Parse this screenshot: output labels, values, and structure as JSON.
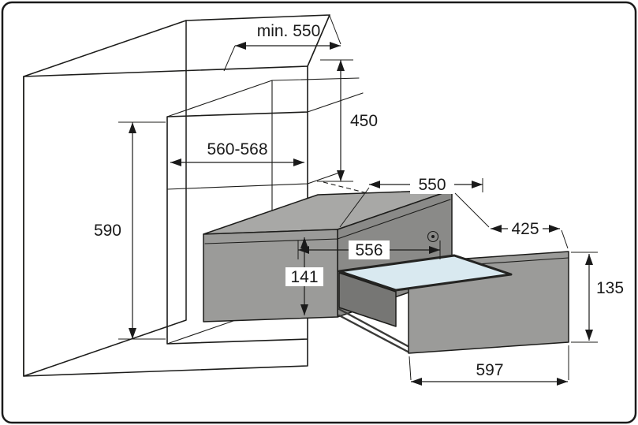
{
  "figure": {
    "labels": {
      "niche_depth": "min. 550",
      "upper_niche_height": "450",
      "niche_width": "560-568",
      "niche_height": "590",
      "appliance_depth": "550",
      "drawer_pullout": "425",
      "appliance_width": "556",
      "appliance_height": "141",
      "front_panel_height": "135",
      "front_panel_width": "597"
    },
    "colors": {
      "outline": "#1c1c1a",
      "cabinet_fill": "#ffffff",
      "body_top": "#a8a8a6",
      "body_front": "#9b9b99",
      "body_side": "#8a8a88",
      "drawer_front": "#9b9b99",
      "tub_wall": "#767674",
      "glass": "#d9e9f0",
      "knob": "#d2d2d0"
    }
  }
}
